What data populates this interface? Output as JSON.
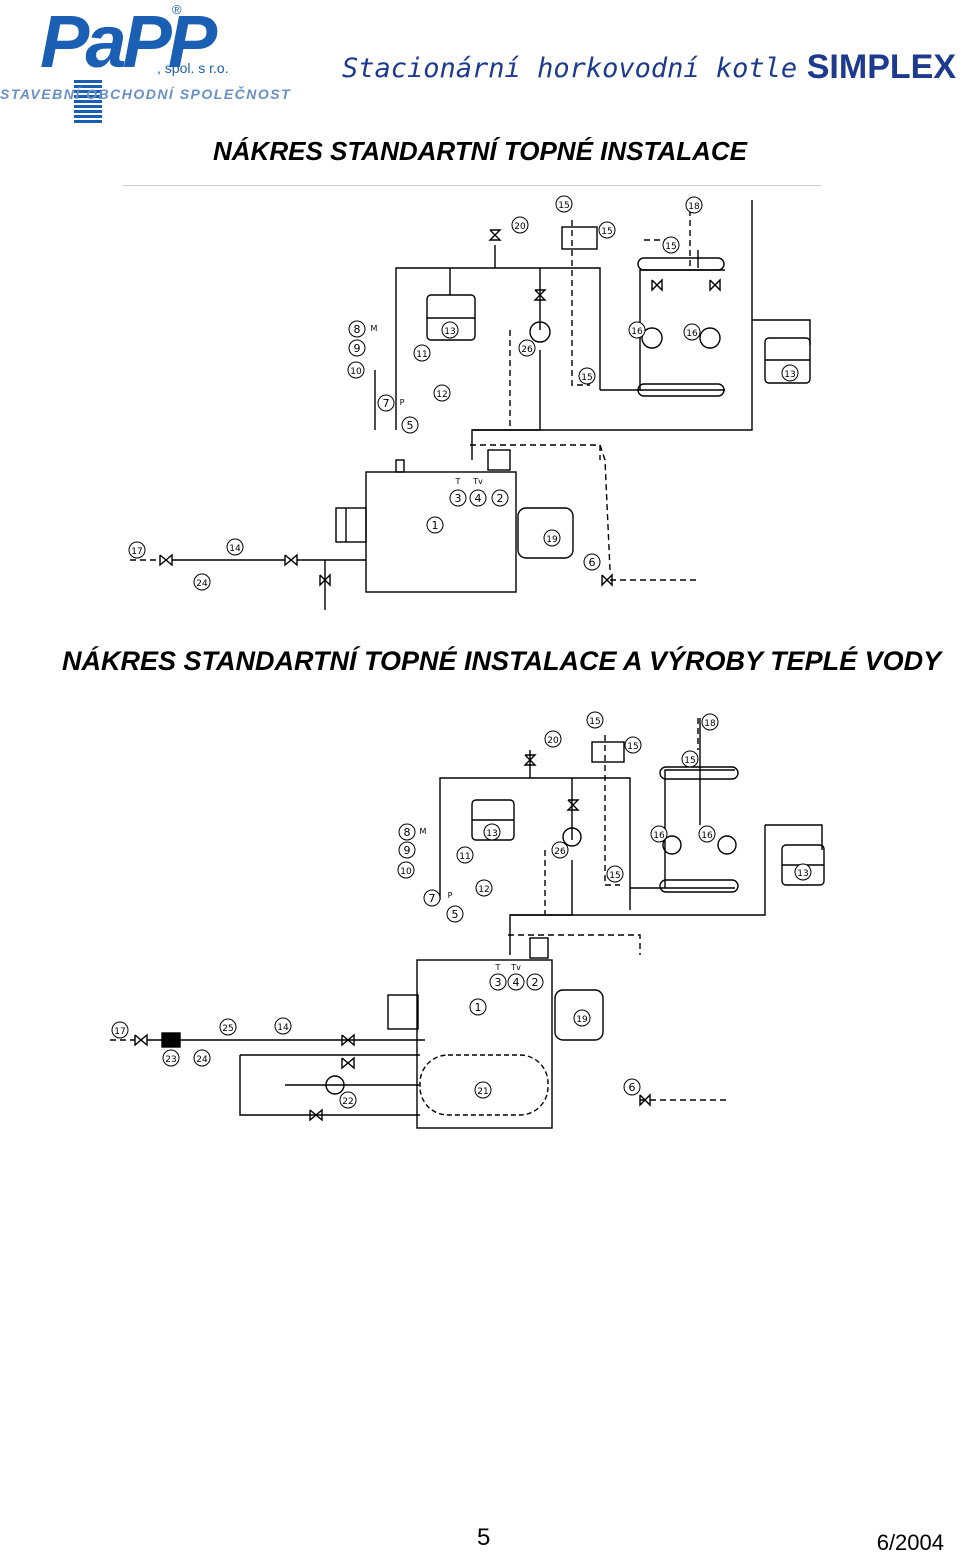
{
  "logo": {
    "word": "PaPP",
    "registered": "®",
    "spol": ", spol. s r.o.",
    "strip": "STAVEBNÍ  OBCHODNÍ SPOLEČNOST"
  },
  "header": {
    "product_line": "Stacionární horkovodní kotle",
    "model": "SIMPLEX"
  },
  "sections": [
    {
      "title": "NÁKRES STANDARTNÍ TOPNÉ INSTALACE"
    },
    {
      "title": "NÁKRES STANDARTNÍ TOPNÉ INSTALACE A VÝROBY TEPLÉ VODY"
    }
  ],
  "diagram1": {
    "labels": [
      "1",
      "2",
      "3",
      "4",
      "5",
      "6",
      "7",
      "8",
      "9",
      "10",
      "11",
      "12",
      "13",
      "13",
      "14",
      "15",
      "15",
      "15",
      "15",
      "16",
      "16",
      "17",
      "18",
      "19",
      "20",
      "24",
      "26"
    ],
    "small_marks": [
      "M",
      "P",
      "T",
      "Tv"
    ]
  },
  "diagram2": {
    "labels": [
      "1",
      "2",
      "3",
      "4",
      "5",
      "6",
      "7",
      "8",
      "9",
      "10",
      "11",
      "12",
      "13",
      "13",
      "14",
      "15",
      "15",
      "15",
      "15",
      "16",
      "16",
      "17",
      "18",
      "19",
      "20",
      "21",
      "22",
      "23",
      "24",
      "25",
      "26"
    ],
    "small_marks": [
      "M",
      "P",
      "T",
      "Tv"
    ]
  },
  "footer": {
    "page": "5",
    "date": "6/2004"
  }
}
